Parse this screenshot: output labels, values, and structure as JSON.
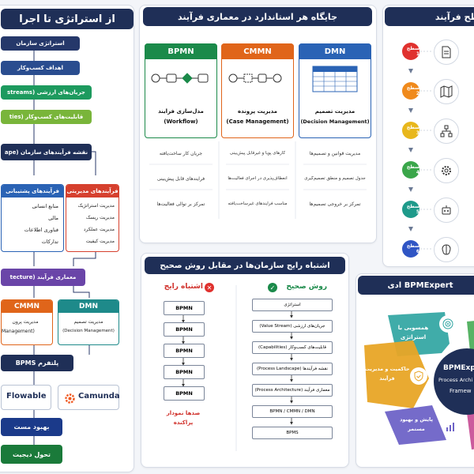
{
  "left": {
    "title": "از استراتژی تا اجرا",
    "strategy": "استراتژی سازمان",
    "goals": "اهداف کسب‌وکار",
    "value_streams": "جریان‌های ارزشی (streams",
    "capabilities": "قابلیت‌های کسب‌وکار (ties",
    "landscape": "نقشه فرآیندهای سازمان (ape",
    "support": {
      "title": "فرآیندهای پشتیبانی",
      "items": [
        "منابع انسانی",
        "مالی",
        "فناوری اطلاعات",
        "تدارکات"
      ]
    },
    "management": {
      "title": "فرآیندهای مدیریتی",
      "items": [
        "مدیریت استراتژیک",
        "مدیریت ریسک",
        "مدیریت عملکرد",
        "مدیریت کیفیت"
      ]
    },
    "architecture": "معماری فرآیند (tecture",
    "cmmn": {
      "title": "CMMN",
      "line1": "مدیریت پرون",
      "line2": "Management)"
    },
    "dmn": {
      "title": "DMN",
      "line1": "مدیریت تصمیم",
      "line2": "(Decision Management)"
    },
    "bpms": "پلتفرم BPMS",
    "flowable": "Flowable",
    "camunda": "Camunda",
    "improve": "بهبود مست",
    "digital": "تحول دیجیت"
  },
  "middle": {
    "title": "جایگاه هر استاندارد در معماری فرآیند",
    "cols": [
      {
        "name": "BPMN",
        "color": "#1b8a4a",
        "label": "مدل‌سازی فرآیند",
        "sub": "(Workflow)",
        "features": [
          "جریان کار ساخت‌یافته",
          "فرآیندهای قابل پیش‌بینی",
          "تمرکز بر توالی فعالیت‌ها"
        ]
      },
      {
        "name": "CMMN",
        "color": "#e0651a",
        "label": "مدیریت پرونده",
        "sub": "(Case Management)",
        "features": [
          "کارهای پویا و غیرقابل پیش‌بینی",
          "انعطاف‌پذیری در اجرای فعالیت‌ها",
          "مناسب فرآیندهای غیرساخت‌یافته"
        ]
      },
      {
        "name": "DMN",
        "color": "#2a63b5",
        "label": "مدیریت تصمیم",
        "sub": "(Decision Management)",
        "features": [
          "مدیریت قوانین و تصمیم‌ها",
          "جدول تصمیم و منطق تصمیم‌گیری",
          "تمرکز بر خروجی تصمیم‌ها"
        ]
      }
    ]
  },
  "mistake": {
    "title": "اشتباه رایج سازمان‌ها در مقابل روش صحیح",
    "wrong_title": "اشتباه رایج",
    "right_title": "روش صحیح",
    "wrong_items": [
      "BPMN",
      "BPMN",
      "BPMN",
      "BPMN",
      "BPMN"
    ],
    "wrong_footer1": "صدها نمودار",
    "wrong_footer2": "پراکنده",
    "right_items": [
      "استراتژی",
      "جریان‌های ارزشی (Value Stream)",
      "قابلیت‌های کسب‌وکار (Capabilities)",
      "نقشه فرآیندها (Process Landscape)",
      "معماری فرآیند (Process Architecture)",
      "BPMN / CMMN / DMN",
      "BPMS"
    ]
  },
  "maturity": {
    "title": "سطح فرآیند",
    "levels": [
      {
        "label": "سطح 1",
        "color": "#e0312e",
        "icon": "document-icon"
      },
      {
        "label": "سطح 2",
        "color": "#f08a1c",
        "icon": "map-icon"
      },
      {
        "label": "سطح 3",
        "color": "#e8b71c",
        "icon": "hierarchy-icon"
      },
      {
        "label": "سطح 4",
        "color": "#3aa64a",
        "icon": "gear-icon"
      },
      {
        "label": "سطح 5",
        "color": "#1e9a8a",
        "icon": "robot-icon"
      },
      {
        "label": "سطح 6",
        "color": "#2f55c4",
        "icon": "brain-icon"
      }
    ]
  },
  "bpmexpert": {
    "title": "BPMExpert ادی",
    "center1": "BPMExp",
    "center2": "Process Archi",
    "center3": "Framew",
    "segments": [
      {
        "label": "همسویی با",
        "label2": "استراتژی",
        "color": "#2ba3a0",
        "icon": "target-icon"
      },
      {
        "label": "حاکمیت و مدیریت",
        "label2": "فرآیند",
        "color": "#e8a526",
        "icon": "shield-icon"
      },
      {
        "label": "پایش و بهبود",
        "label2": "مستمر",
        "color": "#6e63c7",
        "icon": "chart-icon"
      }
    ]
  }
}
